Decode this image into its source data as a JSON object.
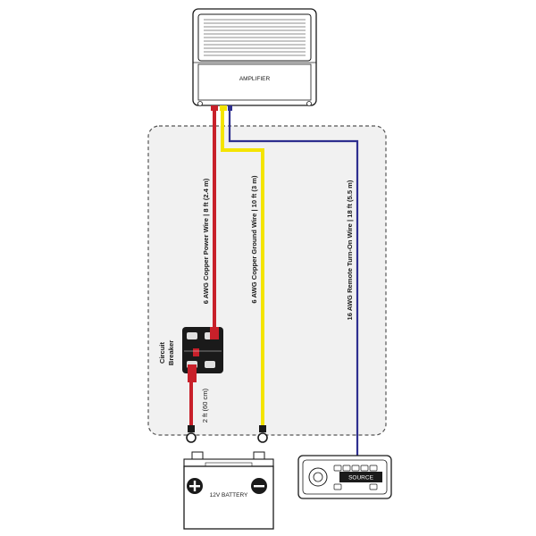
{
  "amplifier": {
    "label": "AMPLIFIER"
  },
  "battery": {
    "label": "12V BATTERY"
  },
  "source": {
    "label": "SOURCE"
  },
  "breaker": {
    "label_line1": "Circuit",
    "label_line2": "Breaker"
  },
  "wires": {
    "power": {
      "label": "6 AWG Copper Power Wire  |  8 ft (2.4 m)",
      "color": "#c8202a"
    },
    "ground": {
      "label": "6 AWG Copper Ground Wire  |  10 ft (3 m)",
      "color": "#f4e400"
    },
    "remote": {
      "label": "16 AWG Remote Turn-On Wire  |  18 ft (5.5 m)",
      "color": "#2e2f8f"
    },
    "breaker_to_battery": {
      "label": "2 ft (60 cm)"
    }
  },
  "colors": {
    "outline": "#1a1a1a",
    "dashed_box": "#555555",
    "dashed_fill": "#f1f1f1"
  }
}
